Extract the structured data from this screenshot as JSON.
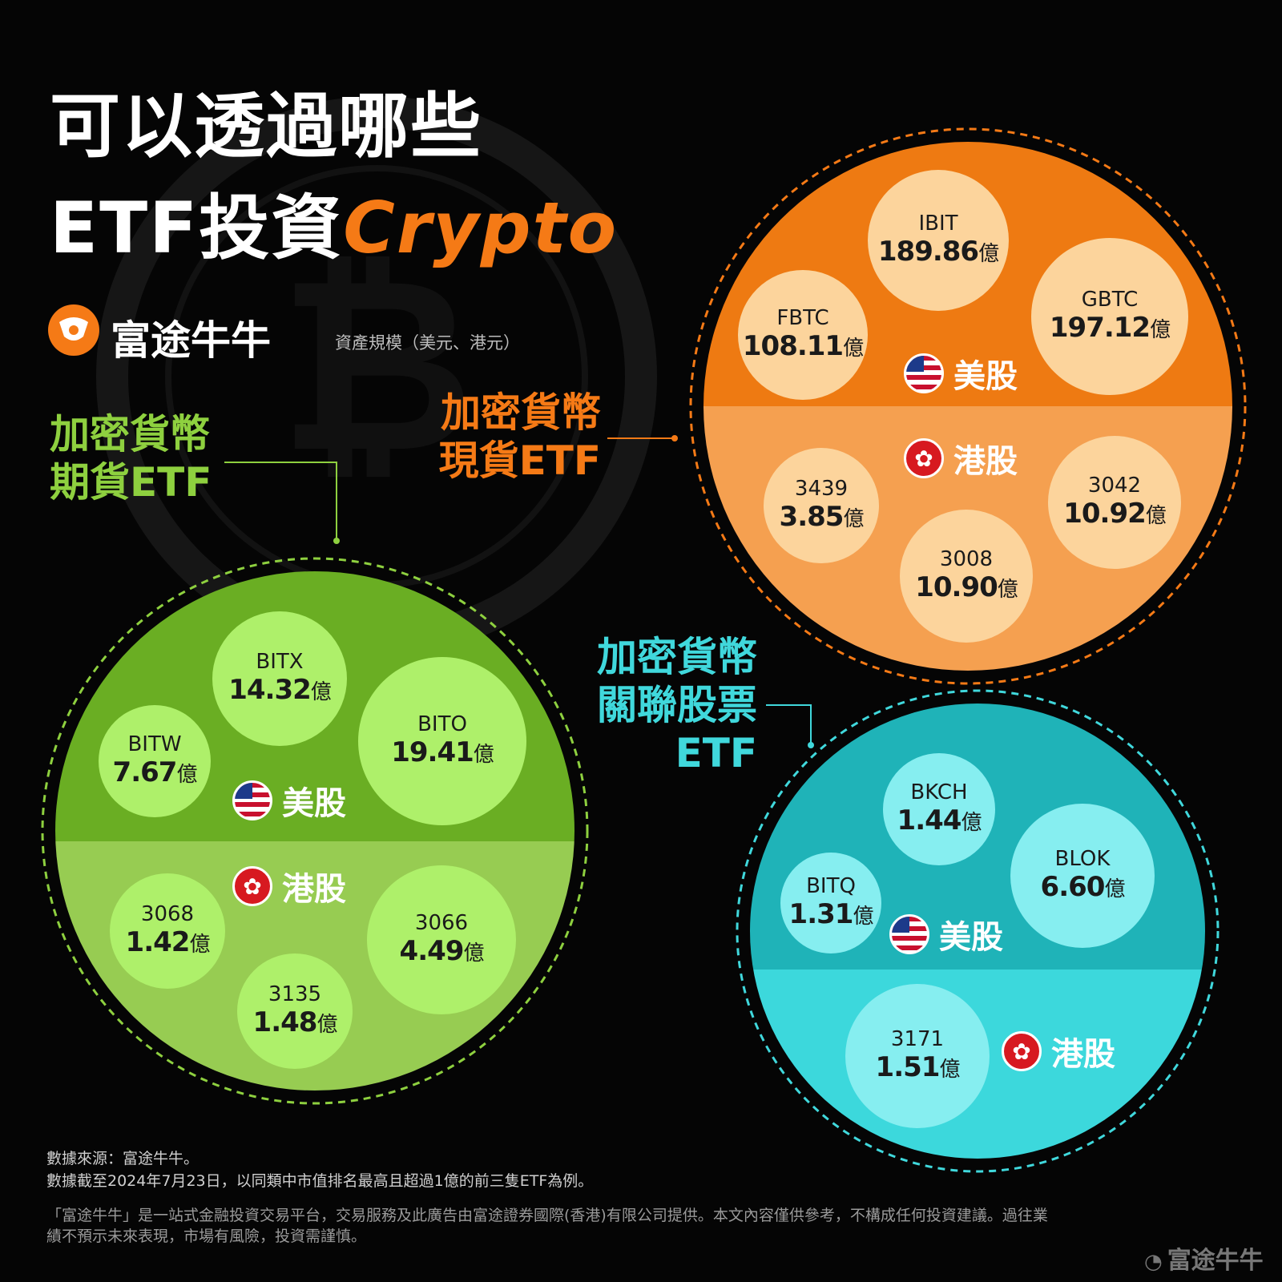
{
  "title": {
    "line1": "可以透過哪些",
    "line2_prefix": "ETF投資",
    "line2_accent": "Crypto"
  },
  "brand": {
    "name": "富途牛牛",
    "watermark": "富途牛牛"
  },
  "subtitle": "資產規模（美元、港元）",
  "categories": {
    "futures": {
      "line1": "加密貨幣",
      "line2": "期貨ETF"
    },
    "spot": {
      "line1": "加密貨幣",
      "line2": "現貨ETF"
    },
    "equity": {
      "line1": "加密貨幣",
      "line2": "關聯股票",
      "line3": "ETF"
    }
  },
  "markets": {
    "us": "美股",
    "hk": "港股"
  },
  "unit": "億",
  "colors": {
    "accent_orange": "#f57a16",
    "futures_green": "#8ed03f",
    "equity_cyan": "#40d8dc"
  },
  "groups": {
    "spot": {
      "us": [
        {
          "ticker": "IBIT",
          "value": "189.86"
        },
        {
          "ticker": "FBTC",
          "value": "108.11"
        },
        {
          "ticker": "GBTC",
          "value": "197.12"
        }
      ],
      "hk": [
        {
          "ticker": "3439",
          "value": "3.85"
        },
        {
          "ticker": "3042",
          "value": "10.92"
        },
        {
          "ticker": "3008",
          "value": "10.90"
        }
      ]
    },
    "futures": {
      "us": [
        {
          "ticker": "BITX",
          "value": "14.32"
        },
        {
          "ticker": "BITW",
          "value": "7.67"
        },
        {
          "ticker": "BITO",
          "value": "19.41"
        }
      ],
      "hk": [
        {
          "ticker": "3068",
          "value": "1.42"
        },
        {
          "ticker": "3066",
          "value": "4.49"
        },
        {
          "ticker": "3135",
          "value": "1.48"
        }
      ]
    },
    "equity": {
      "us": [
        {
          "ticker": "BKCH",
          "value": "1.44"
        },
        {
          "ticker": "BITQ",
          "value": "1.31"
        },
        {
          "ticker": "BLOK",
          "value": "6.60"
        }
      ],
      "hk": [
        {
          "ticker": "3171",
          "value": "1.51"
        }
      ]
    }
  },
  "footer": {
    "source": "數據來源：富途牛牛。",
    "cutoff": "數據截至2024年7月23日，以同類中市值排名最高且超過1億的前三隻ETF為例。",
    "disclaimer1": "「富途牛牛」是一站式金融投資交易平台，交易服務及此廣告由富途證券國際(香港)有限公司提供。本文內容僅供參考，不構成任何投資建議。過往業",
    "disclaimer2": "績不預示未來表現，市場有風險，投資需謹慎。"
  }
}
